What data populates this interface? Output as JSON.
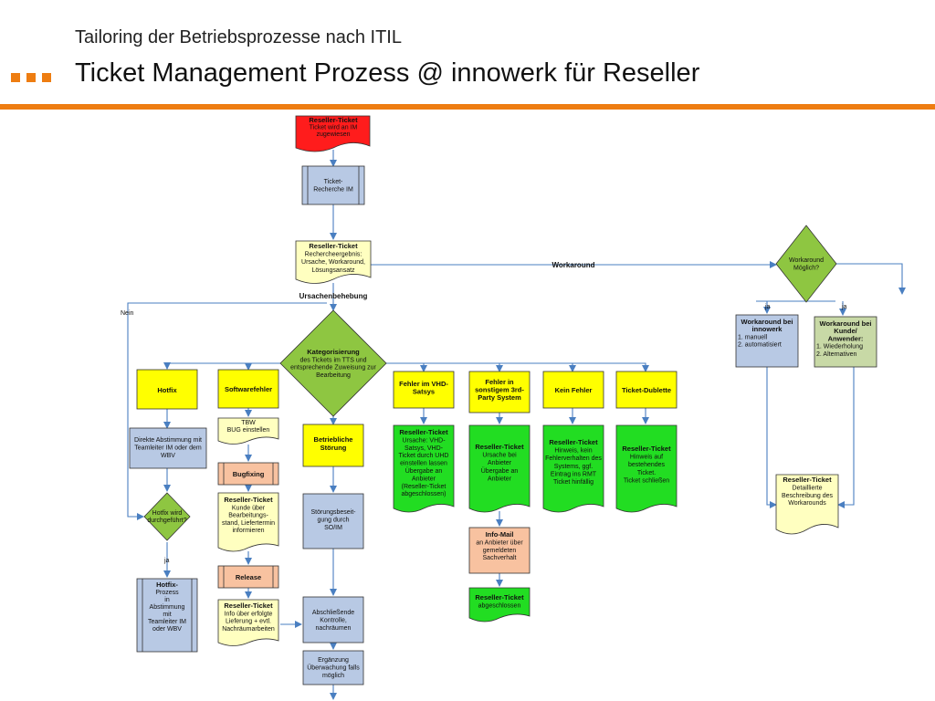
{
  "header": {
    "subtitle": "Tailoring der Betriebsprozesse nach ITIL",
    "title": "Ticket Management Prozess @ innowerk für Reseller"
  },
  "colors": {
    "accent": "#ee7d11",
    "red": "#ff1c1c",
    "yellow": "#ffff00",
    "pale_yellow": "#ffffc0",
    "green_doc": "#22dd22",
    "green_diamond": "#8ec641",
    "blue_grey": "#b8c9e4",
    "salmon": "#f8c2a0",
    "connector": "#4a7fc1"
  },
  "nodes": {
    "start": [
      "Reseller-Ticket",
      "Ticket wird an IM",
      "zugewiesen"
    ],
    "recherche": [
      "Ticket-",
      "Recherche IM"
    ],
    "ergebnis": [
      "Reseller-Ticket",
      "Rechercheergebnis:",
      "Ursache, Workaround,",
      "Lösungsansatz"
    ],
    "workaround_q": [
      "Workaround",
      "Möglich?"
    ],
    "kategorisierung": [
      "Kategorisierung",
      "des Tickets im TTS und",
      "entsprechende Zuweisung zur",
      "Bearbeitung"
    ],
    "wa_innowerk": [
      "Workaround bei",
      "innowerk",
      "1. manuell",
      "2. automatisiert"
    ],
    "wa_kunde": [
      "Workaround bei",
      "Kunde/",
      "Anwender:",
      "1. Wiederholung",
      "2. Alternativen"
    ],
    "wa_doc": [
      "Reseller-Ticket",
      "Detaillierte",
      "Beschreibung des",
      "Workarounds"
    ],
    "hotfix": [
      "Hotfix"
    ],
    "softwarefehler": [
      "Softwarefehler"
    ],
    "betriebliche": [
      "Betriebliche",
      "Störung"
    ],
    "vhd": [
      "Fehler im VHD-",
      "Satsys"
    ],
    "thirdparty": [
      "Fehler in",
      "sonstigem 3rd-",
      "Party System"
    ],
    "keinfehler": [
      "Kein Fehler"
    ],
    "dublette": [
      "Ticket-Dublette"
    ],
    "abstimmung": [
      "Direkte Abstimmung mit",
      "Teamleiter IM oder dem",
      "WBV"
    ],
    "hotfix_q": [
      "Hotfix wird",
      "durchgeführt?"
    ],
    "hotfix_prozess": [
      "Hotfix-",
      "Prozess",
      "in",
      "Abstimmung",
      "mit",
      "Teamleiter IM",
      "oder WBV"
    ],
    "tbw": [
      "TBW",
      "BUG einstellen"
    ],
    "bugfixing": [
      "Bugfixing"
    ],
    "kunde_info": [
      "Reseller-Ticket",
      "Kunde über",
      "Bearbeitungs-",
      "stand, Liefertermin",
      "informieren"
    ],
    "release": [
      "Release"
    ],
    "lieferung": [
      "Reseller-Ticket",
      "Info über erfolgte",
      "Lieferung + evtl.",
      "Nachräumarbeiten"
    ],
    "stoerung_sd": [
      "Störungsbeseit-",
      "gung durch",
      "SO/IM"
    ],
    "kontrolle": [
      "Abschließende",
      "Kontrolle,",
      "nachräumen"
    ],
    "ueberwachung": [
      "Ergänzung",
      "Überwachung falls",
      "möglich"
    ],
    "vhd_doc": [
      "Reseller-Ticket",
      "Ursache: VHD-",
      "Satsys, VHD-",
      "Ticket durch UHD",
      "einstellen lassen",
      "Übergabe an",
      "Anbieter",
      "(Reseller-Ticket",
      "abgeschlossen)"
    ],
    "third_doc": [
      "Reseller-Ticket",
      "Ursache bei",
      "Anbieter",
      "Übergabe an",
      "Anbieter"
    ],
    "infomail": [
      "Info-Mail",
      "an Anbieter über",
      "gemeldeten",
      "Sachverhalt"
    ],
    "third_closed": [
      "Reseller-Ticket",
      "abgeschlossen"
    ],
    "kein_doc": [
      "Reseller-Ticket",
      "Hinweis, kein",
      "Fehlerverhalten des",
      "Systems, ggf.",
      "Eintrag ins RMT",
      "Ticket hinfällig"
    ],
    "dub_doc": [
      "Reseller-Ticket",
      "Hinweis auf",
      "bestehendes",
      "Ticket.",
      "Ticket schließen"
    ]
  },
  "edge_labels": {
    "workaround": "Workaround",
    "ursachenbehebung": "Ursachenbehebung",
    "nein": "Nein",
    "ja_left": "ja",
    "ja_right": "ja",
    "ja_hotfix": "ja"
  }
}
